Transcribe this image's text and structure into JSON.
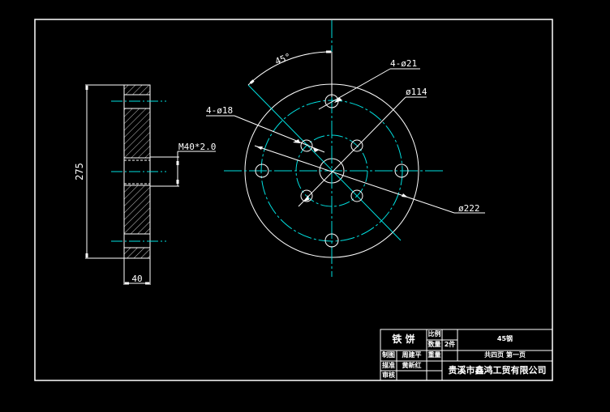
{
  "colors": {
    "background": "#000000",
    "line": "#ffffff",
    "centerline": "#00e0e0"
  },
  "side_view": {
    "height_dim": "275",
    "width_dim": "40",
    "thread_label": "M40*2.0"
  },
  "front_view": {
    "angle_dim": "45°",
    "outer_holes_label": "4-ø21",
    "pitch_circle_label": "ø114",
    "inner_holes_label": "4-ø18",
    "outer_dia_label": "ø222"
  },
  "title_block": {
    "part_name": "铁 饼",
    "scale_label": "比例",
    "quantity_label": "数量",
    "quantity_value": "2件",
    "material": "45钢",
    "drawn_label": "制图",
    "drawn_by": "周建平",
    "weight_label": "重量",
    "sheet_info": "共四页   第一页",
    "checked_label": "描准",
    "checked_by": "黄新红",
    "approved_label": "审核",
    "company": "贵溪市鑫鸿工贸有限公司"
  }
}
